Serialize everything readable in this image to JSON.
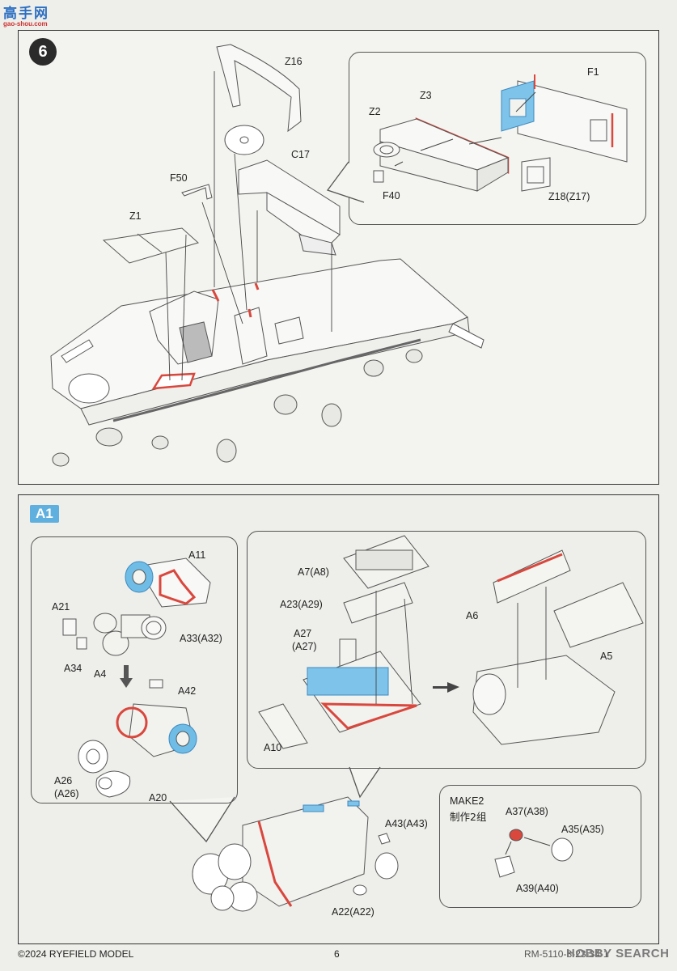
{
  "watermark": {
    "line1": "高手网",
    "line2": "gao-shou.com"
  },
  "step6": {
    "number": "6",
    "labels": {
      "z16": "Z16",
      "c17": "C17",
      "f50": "F50",
      "z1": "Z1",
      "f1": "F1",
      "z3": "Z3",
      "z2": "Z2",
      "f40": "F40",
      "z18": "Z18(Z17)"
    }
  },
  "stepA1": {
    "label": "A1",
    "left_labels": {
      "a11": "A11",
      "a21": "A21",
      "a33": "A33(A32)",
      "a34": "A34",
      "a4": "A4",
      "a42": "A42",
      "a26a": "A26",
      "a26b": "(A26)",
      "a20": "A20"
    },
    "right_labels": {
      "a7": "A7(A8)",
      "a23": "A23(A29)",
      "a27a": "A27",
      "a27b": "(A27)",
      "a10": "A10",
      "a6": "A6",
      "a5": "A5"
    },
    "bottom_labels": {
      "a43": "A43(A43)",
      "a22": "A22(A22)"
    },
    "make": {
      "line1": "MAKE2",
      "line2": "制作2组",
      "a37": "A37(A38)",
      "a35": "A35(A35)",
      "a39": "A39(A40)"
    }
  },
  "footer": {
    "copyright": "©2024 RYEFIELD MODEL",
    "page": "6",
    "code": "RM-5110-8-23-34-1",
    "brand": "HOBBY SEARCH"
  },
  "colors": {
    "accent_red": "#d9473d",
    "accent_blue": "#5fb0df",
    "line": "#444444"
  }
}
